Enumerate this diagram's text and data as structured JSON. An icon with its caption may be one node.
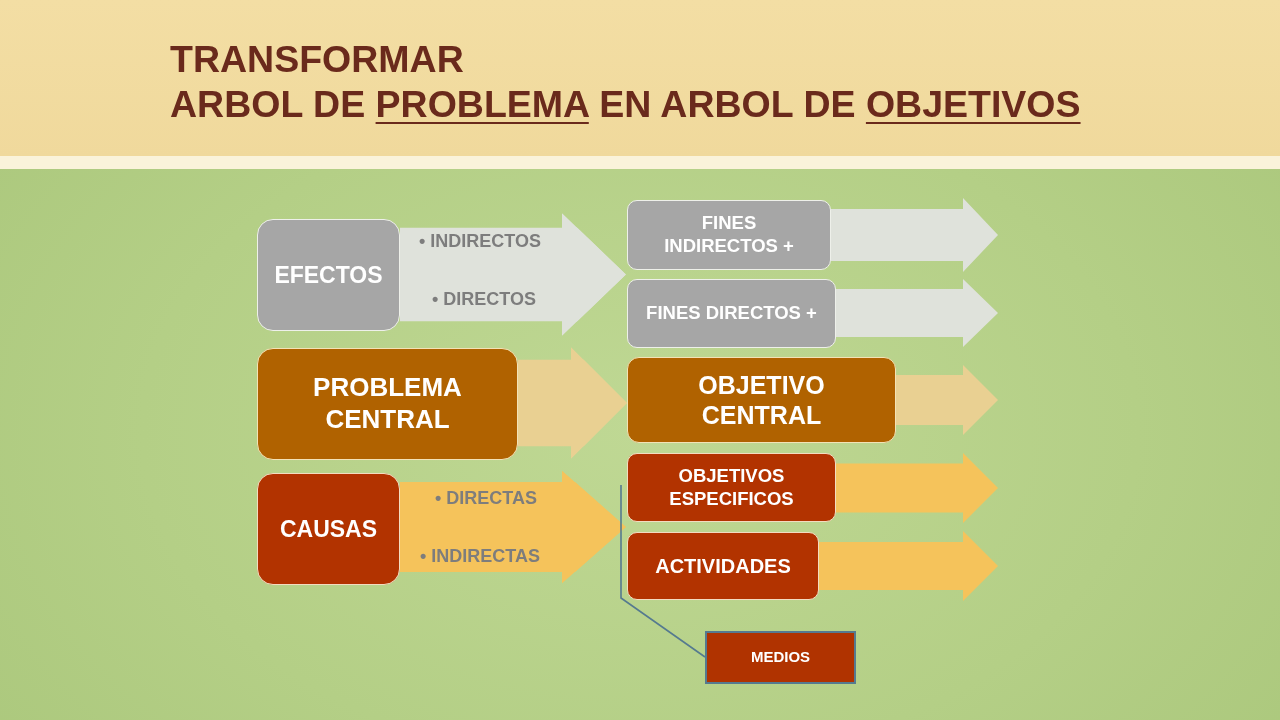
{
  "diagram": {
    "title": "TRANSFORMAR ARBOL DE *PROBLEMA* EN ARBOL DE *OBJETIVOS*",
    "nodes": [
      {
        "text": [
          "EFECTOS"
        ]
      },
      {
        "text": [
          "FINES INDIRECTOS +"
        ]
      },
      {
        "text": [],
        "shape": "arrow"
      },
      {
        "text": [
          "FINES DIRECTOS +"
        ]
      },
      {
        "text": [],
        "shape": "arrow"
      },
      {
        "text": [
          "PROBLEMA CENTRAL"
        ]
      },
      {
        "text": [
          "OBJETIVO CENTRAL"
        ]
      },
      {
        "text": [],
        "shape": "arrow"
      },
      {
        "text": [
          "CAUSAS"
        ]
      },
      {
        "text": [
          "OBJETIVOS ESPECIFICOS"
        ]
      },
      {
        "text": [],
        "shape": "arrow"
      },
      {
        "text": [
          "ACTIVIDADES"
        ]
      },
      {
        "text": [],
        "shape": "arrow"
      },
      {
        "text": [
          "MEDIOS"
        ]
      }
    ],
    "edges": [
      {
        "from": 0,
        "to": 1,
        "arrow": "to",
        "label": "• INDIRECTOS",
        "color": "#dfe2db"
      },
      {
        "from": 0,
        "to": 3,
        "arrow": "to",
        "label": "• DIRECTOS",
        "color": "#dfe2db"
      },
      {
        "from": 5,
        "to": 6,
        "arrow": "to",
        "color": "#e9d092"
      },
      {
        "from": 8,
        "to": 9,
        "arrow": "to",
        "label": "• DIRECTAS",
        "color": "#f5c35b"
      },
      {
        "from": 8,
        "to": 11,
        "arrow": "to",
        "label": "• INDIRECTAS",
        "color": "#f5c35b"
      },
      {
        "from": 13,
        "to": 9,
        "arrow": "none",
        "color": "#557a8f"
      },
      {
        "from": 13,
        "to": 11,
        "arrow": "none",
        "color": "#557a8f"
      }
    ]
  }
}
